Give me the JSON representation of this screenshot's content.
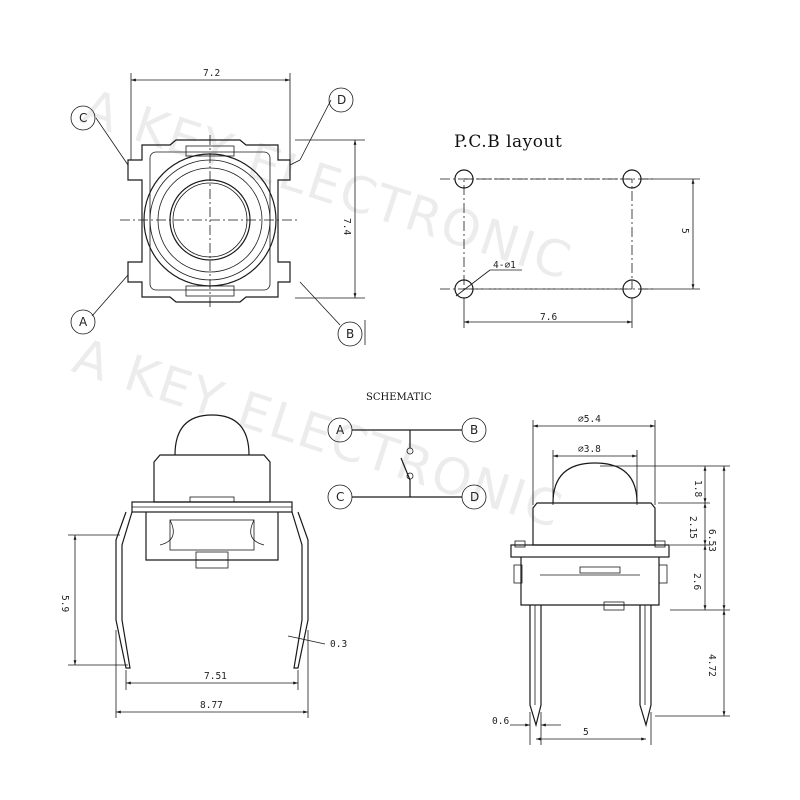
{
  "watermark": "A KEY ELECTRONIC",
  "top_view": {
    "width_dim": "7.2",
    "height_dim": "7.4",
    "pins": {
      "a": "A",
      "b": "B",
      "c": "C",
      "d": "D"
    }
  },
  "pcb_layout": {
    "title": "P.C.B layout",
    "hole_label": "4-⌀1",
    "width_dim": "7.6",
    "height_dim": "5"
  },
  "schematic": {
    "title": "SCHEMATIC",
    "pins": {
      "a": "A",
      "b": "B",
      "c": "C",
      "d": "D"
    }
  },
  "side_view": {
    "height_dim": "5.9",
    "lead_dim": "0.3",
    "inner_width_dim": "7.51",
    "outer_width_dim": "8.77"
  },
  "front_view": {
    "outer_dia": "⌀5.4",
    "inner_dia": "⌀3.8",
    "d_1_8": "1.8",
    "d_2_15": "2.15",
    "d_2_6": "2.6",
    "d_6_53": "6.53",
    "d_4_72": "4.72",
    "d_0_6": "0.6",
    "d_5": "5"
  }
}
